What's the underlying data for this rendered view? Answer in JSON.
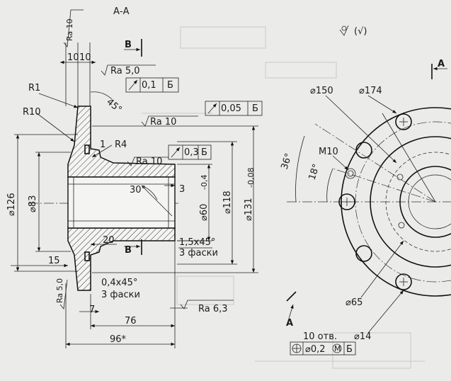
{
  "section_title": "А-А",
  "surface_finish": {
    "general": "Ra 10",
    "top_vertical": "Ra 10",
    "flange_face": "Ra 5,0",
    "right_face": "Ra 10",
    "hub_outer": "Ra 10",
    "left_bottom": "Ra 5,0",
    "chamfer_side": "Ra 6,3",
    "rest_symbol": "(√)"
  },
  "tolerances": {
    "runout_1": {
      "value": "0,1",
      "datum": "Б"
    },
    "runout_2": {
      "value": "0,05",
      "datum": "Б"
    },
    "runout_3": {
      "value": "0,3",
      "datum": "Б"
    },
    "position": {
      "value": "⌀0,2",
      "modifier": "M",
      "datum": "Б"
    }
  },
  "section_labels": {
    "b_top": "В",
    "b_bottom": "В",
    "a_top": "А",
    "a_bottom": "А"
  },
  "dimensions": {
    "d126": "⌀126",
    "d83": "⌀83",
    "d60": "⌀60",
    "d60_tol": "-0,4",
    "d118": "⌀118",
    "d131": "⌀131",
    "d131_tol": "-0,08",
    "d150": "⌀150",
    "d174": "⌀174",
    "d65": "⌀65",
    "d14": "⌀14",
    "r1": "R1",
    "r10": "R10",
    "r4": "R4",
    "m10": "M10",
    "len_10a": "10",
    "len_10b": "10",
    "angle_45": "45°",
    "angle_30": "30°",
    "dim_3": "3",
    "dim_1": "1",
    "dim_20": "20",
    "dim_15": "15",
    "dim_7": "7",
    "dim_76": "76",
    "dim_96": "96*",
    "chamfer_right": "1,5x45°",
    "chamfer_right_note": "3 фаски",
    "chamfer_left": "0,4x45°",
    "chamfer_left_note": "3 фаски",
    "angle_36": "36°",
    "angle_18": "18°",
    "holes": "10 отв."
  }
}
